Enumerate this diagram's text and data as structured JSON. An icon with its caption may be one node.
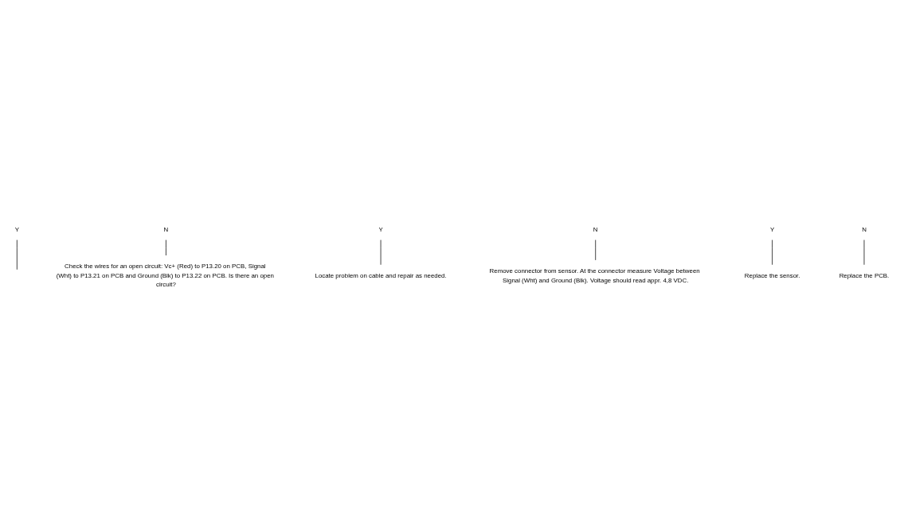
{
  "diagram": {
    "nodes": [
      {
        "text": [
          "Y"
        ]
      },
      {
        "text": [
          "N"
        ]
      },
      {
        "text": [
          "Check the wires for an open circuit: Vc+ (Red) to P13.20 on PCB, Signal (Wht) to P13.21 on PCB and Ground (Blk) to P13.22 on PCB. Is there an open circuit?"
        ]
      },
      {
        "text": [
          "Y"
        ]
      },
      {
        "text": [
          "N"
        ]
      },
      {
        "text": [
          "Remove connector from sensor. At the connector measure Voltage between Signal (Wht) and Ground (Blk). Voltage should read appr. 4,8 VDC."
        ]
      },
      {
        "text": [
          "Y"
        ]
      },
      {
        "text": [
          "N"
        ]
      },
      {
        "text": [
          "Replace the PCB."
        ]
      },
      {
        "text": [
          "Replace the sensor."
        ]
      },
      {
        "text": [
          "Locate problem on cable and repair as needed."
        ]
      }
    ],
    "edges": [
      {
        "from": 0,
        "to": null,
        "arrow": "none"
      },
      {
        "from": 1,
        "to": 2,
        "arrow": "none"
      },
      {
        "from": 3,
        "to": 10,
        "arrow": "none"
      },
      {
        "from": 4,
        "to": 5,
        "arrow": "none"
      },
      {
        "from": 6,
        "to": 9,
        "arrow": "none"
      },
      {
        "from": 7,
        "to": 8,
        "arrow": "none"
      }
    ]
  }
}
